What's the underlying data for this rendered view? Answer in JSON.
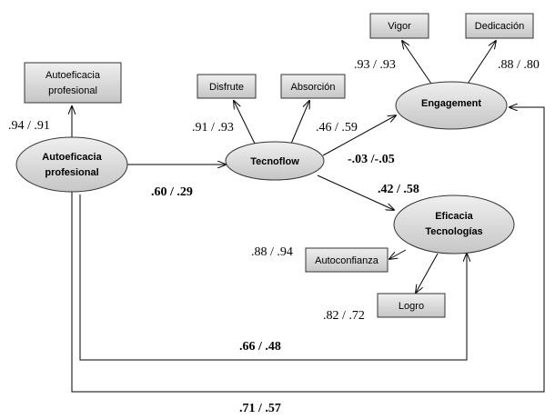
{
  "nodes": {
    "autoeficacia_latent": [
      "Autoeficacia",
      "profesional"
    ],
    "autoeficacia_indicator": [
      "Autoeficacia",
      "profesional"
    ],
    "tecnoflow": [
      "Tecnoflow"
    ],
    "disfrute": [
      "Disfrute"
    ],
    "absorcion": [
      "Absorción"
    ],
    "engagement": [
      "Engagement"
    ],
    "vigor": [
      "Vigor"
    ],
    "dedicacion": [
      "Dedicación"
    ],
    "eficacia": [
      "Eficacia",
      "Tecnologías"
    ],
    "autoconfianza": [
      "Autoconfianza"
    ],
    "logro": [
      "Logro"
    ]
  },
  "loadings": {
    "autoeficacia": ".94 / .91",
    "disfrute": ".91 / .93",
    "absorcion": ".46 / .59",
    "vigor": ".93 / .93",
    "dedicacion": ".88 / .80",
    "autoconfianza": ".88 / .94",
    "logro": ".82 / .72"
  },
  "paths": {
    "autoeficacia_tecnoflow": ".60 / .29",
    "tecnoflow_engagement": "-.03 /-.05",
    "tecnoflow_eficacia": ".42 / .58",
    "autoeficacia_eficacia": ".66 / .48",
    "autoeficacia_engagement": ".71 / .57"
  },
  "colors": {
    "node_fill": "#d4d4d4",
    "node_stroke": "#333333",
    "line": "#000000"
  }
}
